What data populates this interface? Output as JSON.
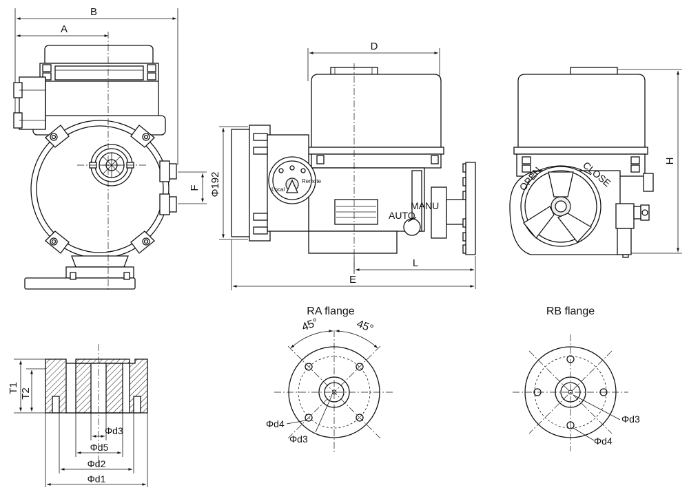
{
  "dimensions": {
    "A": "A",
    "B": "B",
    "D": "D",
    "E": "E",
    "F": "F",
    "H": "H",
    "L": "L",
    "phi192": "Φ192",
    "T1": "T1",
    "T2": "T2",
    "d1": "Φd1",
    "d2": "Φd2",
    "d3": "Φd3",
    "d4": "Φd4",
    "d5": "Φd5"
  },
  "flange_labels": {
    "ra_title": "RA flange",
    "rb_title": "RB flange",
    "angle_left": "45°",
    "angle_right": "45°",
    "ra_d4": "Φd4",
    "ra_d3": "Φd3",
    "rb_d3": "Φd3",
    "rb_d4": "Φd4"
  },
  "actuator_labels": {
    "auto": "AUTO",
    "manu": "MANU",
    "open": "OPEN",
    "close": "CLOSE",
    "local": "Local",
    "remote": "Remote"
  }
}
